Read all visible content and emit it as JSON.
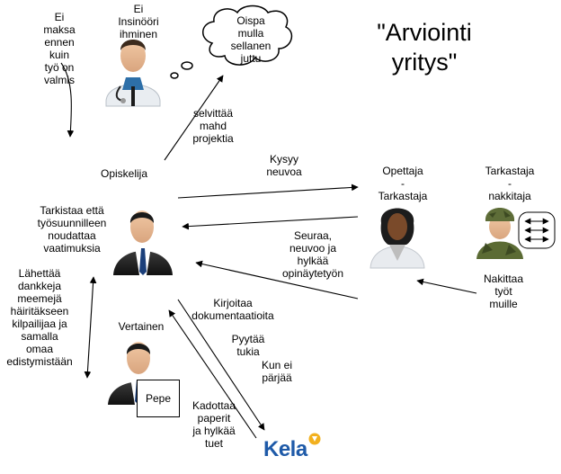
{
  "title": "\"Arviointi\nyritys\"",
  "nodes": {
    "engineer": "Ei\nInsinööri\nihminen",
    "thought": "Oispa\nmulla\nsellanen\njuttu",
    "student": "Opiskelija",
    "teacher": "Opettaja\n-\nTarkastaja",
    "inspector": "Tarkastaja\n-\nnakkitaja",
    "peer": "Vertainen",
    "peer_name": "Pepe",
    "kela": "Kela"
  },
  "edges": {
    "no_pay": "Ei\nmaksa\nennen\nkuin\ntyö on\nvalmis",
    "explore": "selvittää\nmahd\nprojektia",
    "ask": "Kysyy\nneuvoa",
    "check": "Tarkistaa että\ntyösuunnilleen\nnoudattaa\nvaatimuksia",
    "follow": "Seuraa,\nneuvoo ja\nhylkää\nopinäytetyön",
    "delegate": "Nakittaa\ntyöt\nmuille",
    "memes": "Lähettää\ndankkeja\nmeemejä\nhäiritäkseen\nkilpailijaa ja\nsamalla\nomaa\nedistymistään",
    "docs": "Kirjoitaa\ndokumentaatioita",
    "support": "Pyytää\ntukia",
    "cant_cope": "Kun ei\npärjää",
    "lose_papers": "Kadottaa\npaperit\nja hylkää\ntuet"
  }
}
